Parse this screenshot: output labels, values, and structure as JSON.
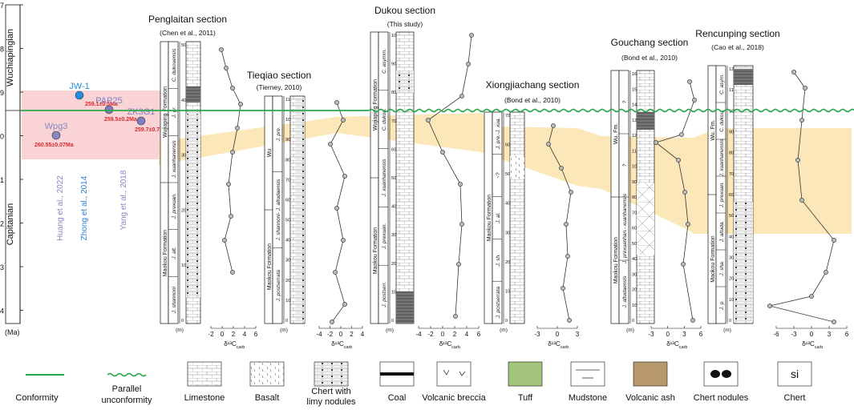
{
  "diagram": {
    "units": "(Ma)",
    "age_ticks": [
      "257",
      "258",
      "259",
      "260",
      "261",
      "262",
      "263",
      "264"
    ],
    "stages": {
      "upper": "Wuchiapingian",
      "lower": "Capitanian"
    },
    "radiometric_dates": [
      {
        "label": "JW-1",
        "age": "259.1±0.5Ma",
        "color": "#1f8fe0"
      },
      {
        "label": "PAP25",
        "age": "259.5±0.2Ma",
        "color": "#7f7fc0"
      },
      {
        "label": "ZK3G1",
        "age": "259.7±0.7Ma",
        "color": "#7f7fc0"
      },
      {
        "label": "Wpg3",
        "age": "260.55±0.07Ma",
        "color": "#8a86c4"
      }
    ],
    "references": [
      {
        "text": "Huang et al., 2022",
        "color": "#8a86c4"
      },
      {
        "text": "Zhong et al., 2014",
        "color": "#2b7fd0"
      },
      {
        "text": "Yang et al., 2018",
        "color": "#8a86c4"
      }
    ],
    "sections": [
      {
        "title": "Penglaitan section",
        "ref": "(Chen et al., 2011)",
        "meter_ticks": [
          "0",
          "10",
          "20",
          "30",
          "40",
          "50"
        ],
        "formations": [
          "Wujiaping Formation",
          "Maokou Formation"
        ],
        "zones": [
          "C. dukouensis",
          "J. gr.",
          "J. xuanhanensis",
          "J. prexuan.",
          "J. alt.",
          "J. shannoni"
        ],
        "d13c_ticks": [
          "-2",
          "0",
          "2",
          "4",
          "6"
        ]
      },
      {
        "title": "Tieqiao section",
        "ref": "(Tierney, 2010)",
        "meter_ticks": [
          "0",
          "10",
          "20",
          "30",
          "40",
          "50",
          "60",
          "70",
          "80",
          "90",
          "100",
          "110"
        ],
        "formations": [
          "Wu",
          "Maokou Formation"
        ],
        "zones": [
          "J. pre.",
          "J. shannoni- J. altudaensis",
          "J. postserrata"
        ],
        "d13c_ticks": [
          "-4",
          "-2",
          "0",
          "2",
          "4"
        ]
      },
      {
        "title": "Dukou section",
        "ref": "(This study)",
        "meter_ticks": [
          "0",
          "10",
          "20",
          "30",
          "40",
          "50",
          "60",
          "70",
          "80",
          "90",
          "100"
        ],
        "formations": [
          "Wujiaping Formation",
          "Maokou Formation"
        ],
        "zones": [
          "C. asymm.",
          "C. dukou.",
          "J. xuanhanensis",
          "J. prexuan.",
          "J. postserr."
        ],
        "d13c_ticks": [
          "-4",
          "-2",
          "0",
          "2",
          "4",
          "6"
        ]
      },
      {
        "title": "Xiongjiachang section",
        "ref": "(Bond et al., 2010)",
        "meter_ticks": [
          "0",
          "10",
          "20",
          "30",
          "40",
          "50",
          "60",
          "70"
        ],
        "formations": [
          "Maokou Formation"
        ],
        "zones": [
          "J. pre.-J. xua.",
          "~?",
          "J. al.",
          "J. sh.",
          "J. postserrata"
        ],
        "d13c_ticks": [
          "-3",
          "0",
          "3"
        ]
      },
      {
        "title": "Gouchang section",
        "ref": "(Bond et al., 2010)",
        "meter_ticks": [
          "0",
          "10",
          "20",
          "30",
          "40",
          "50",
          "60",
          "70",
          "80",
          "90",
          "100",
          "110",
          "120",
          "130",
          "140",
          "150",
          "160"
        ],
        "formations": [
          "Wu. Fm.",
          "Maokou Formation"
        ],
        "zones": [
          "?",
          "?",
          "J. prexuanhan.- xuanhanensis",
          "J. altudaensis"
        ],
        "d13c_ticks": [
          "-3",
          "0",
          "3",
          "6"
        ]
      },
      {
        "title": "Rencunping section",
        "ref": "(Cao et al., 2018)",
        "meter_ticks": [
          "0",
          "10",
          "20",
          "30",
          "40",
          "50",
          "60",
          "70",
          "80",
          "90",
          "100",
          "110",
          "120"
        ],
        "formations": [
          "Wu. Fm.",
          "Maokou Formation"
        ],
        "zones": [
          "C. asym.",
          "C. dukou.",
          "J. xuanhanensis",
          "J. prexuan.",
          "J. altuda.",
          "J. sha.",
          "J. p."
        ],
        "d13c_ticks": [
          "-6",
          "-3",
          "0",
          "3",
          "6"
        ]
      }
    ],
    "axis_label_d13c": "δ¹³C",
    "axis_label_d13c_sub": "carb",
    "meter_label": "(m)",
    "legend": [
      {
        "key": "conformity",
        "label": "Conformity"
      },
      {
        "key": "parallel",
        "label": "Parallel unconformity"
      },
      {
        "key": "limestone",
        "label": "Limestone"
      },
      {
        "key": "basalt",
        "label": "Basalt"
      },
      {
        "key": "chert-limy",
        "label": "Chert with limy nodules"
      },
      {
        "key": "coal",
        "label": "Coal"
      },
      {
        "key": "breccia",
        "label": "Volcanic breccia"
      },
      {
        "key": "tuff",
        "label": "Tuff"
      },
      {
        "key": "mudstone",
        "label": "Mudstone"
      },
      {
        "key": "ash",
        "label": "Volcanic ash"
      },
      {
        "key": "nodules",
        "label": "Chert nodules"
      },
      {
        "key": "chert",
        "label": "Chert"
      }
    ],
    "chert_symbol": "si",
    "colors": {
      "highlight_band": "#f9dfa0",
      "date_box": "#f7c4c8",
      "conformity": "#2aa84a",
      "date_text": "#d8292c"
    }
  }
}
